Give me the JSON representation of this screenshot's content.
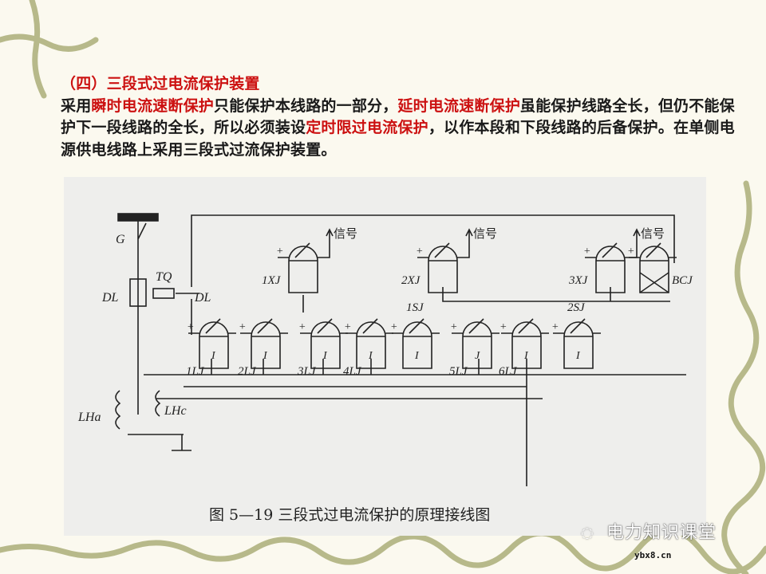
{
  "title": "（四）三段式过电流保护装置",
  "paragraph": [
    {
      "text": "采用",
      "highlight": false
    },
    {
      "text": "瞬时电流速断保护",
      "highlight": true
    },
    {
      "text": "只能保护本线路的一部分，",
      "highlight": false
    },
    {
      "text": "延时电流速断保护",
      "highlight": true
    },
    {
      "text": "虽能保护线路全长，但仍不能保护下一段线路的全长，所以必须装设",
      "highlight": false
    },
    {
      "text": "定时限过电流保护",
      "highlight": true
    },
    {
      "text": "，以作本段和下段线路的后备保护。在单侧电源供电线路上采用三段式过流保护装置。",
      "highlight": false
    }
  ],
  "colors": {
    "highlight": "#cc1111",
    "text": "#1a1a1a",
    "vine": "#b7b98a",
    "background": "#fbf9ef"
  },
  "diagram": {
    "caption": "图 5—19   三段式过电流保护的原理接线图",
    "signal": "信号",
    "left_labels": {
      "g": "G",
      "dl1": "DL",
      "tq": "TQ",
      "dl2": "DL",
      "lha": "LHa",
      "lhc": "LHc"
    },
    "upper_relays": [
      "1XJ",
      "2XJ",
      "3XJ",
      "BCJ"
    ],
    "lower_relays": [
      {
        "label": "1LJ",
        "coil": "I"
      },
      {
        "label": "2LJ",
        "coil": "I"
      },
      {
        "label": "3LJ",
        "coil": "I"
      },
      {
        "label": "4LJ",
        "coil": "I"
      },
      {
        "label": "1SJ",
        "coil": "I"
      },
      {
        "label": "5LJ",
        "coil": "J"
      },
      {
        "label": "6LJ",
        "coil": "I"
      },
      {
        "label": "2SJ",
        "coil": "I"
      }
    ]
  },
  "watermark": {
    "name": "电力知识课堂",
    "site": "ybx8.cn",
    "icon": "wechat-icon"
  }
}
